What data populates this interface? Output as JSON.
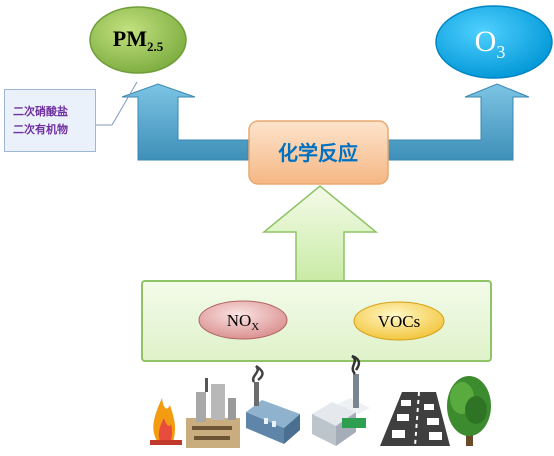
{
  "outputs": {
    "pm25": {
      "main": "PM",
      "sub": "2.5",
      "color": "#92c25a"
    },
    "o3": {
      "main": "O",
      "sub": "3",
      "color": "#00b0f0"
    }
  },
  "annotation": {
    "line1": "二次硝酸盐",
    "line2": "二次有机物"
  },
  "process": {
    "label": "化学反应"
  },
  "precursors": {
    "nox": {
      "main": "NO",
      "sub": "X"
    },
    "vocs": {
      "label": "VOCs"
    }
  },
  "sources": [
    "fire-icon",
    "industrial-plant-icon",
    "factory-icon",
    "power-plant-icon",
    "traffic-icon",
    "tree-icon"
  ],
  "colors": {
    "arrow": "#4a9fc7",
    "box": "#e6f5d7",
    "box_border": "#8ec466",
    "chem_box": "#f7c79e"
  }
}
